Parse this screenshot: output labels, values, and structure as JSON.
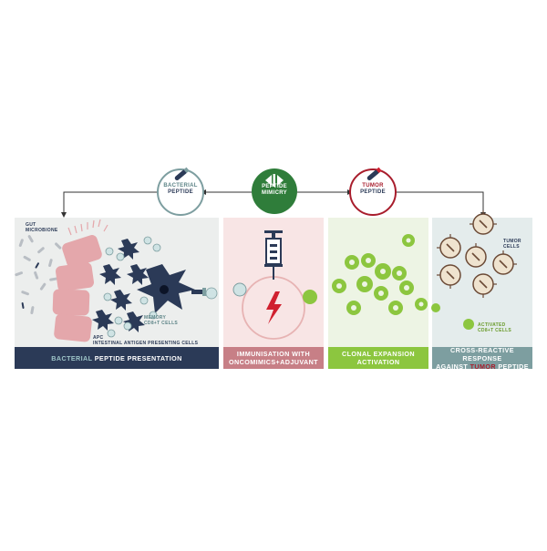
{
  "colors": {
    "navy": "#2b3a57",
    "pink_panel": "#f8e5e5",
    "pink_band": "#c77f86",
    "green": "#8cc63f",
    "green_panel": "#edf4e4",
    "gray_panel": "#eceeed",
    "teal_band": "#7d9ea0",
    "teal_panel": "#e4ecec",
    "red": "#d0202f",
    "tumor_fill": "#efe3cf",
    "tumor_edge": "#6b4a36",
    "epithelium": "#e4a7ab"
  },
  "top": {
    "bacterial_line1": "BACTERIAL",
    "bacterial_line2": "PEPTIDE",
    "mimicry_line1": "PEPTIDE",
    "mimicry_line2": "MIMICRY",
    "tumor_line1": "TUMOR",
    "tumor_line2": "PEPTIDE"
  },
  "panel1": {
    "gut_line1": "GUT",
    "gut_line2": "MICROBIONE",
    "memory_line1": "MEMORY",
    "memory_line2": "CD8+T CELLS",
    "apc_line1": "APC",
    "apc_line2": "INTESTINAL ANTIGEN PRESENTING CELLS",
    "band_part1": "BACTERIAL",
    "band_part2": " PEPTIDE PRESENTATION"
  },
  "panel2": {
    "band_line1": "IMMUNISATION WITH",
    "band_line2": "ONCOMIMICS+ADJUVANT"
  },
  "panel3": {
    "band_line1": "CLONAL EXPANSION",
    "band_line2": "ACTIVATION"
  },
  "panel4": {
    "tumor_line1": "TUMOR",
    "tumor_line2": "CELLS",
    "activated_line1": "ACTIVATED",
    "activated_line2": "CD8+T CELLS",
    "band_line1": "CROSS-REACTIVE RESPONSE",
    "band_part1": "AGAINST ",
    "band_part2": "TUMOR",
    "band_part3": " PEPTIDE"
  }
}
